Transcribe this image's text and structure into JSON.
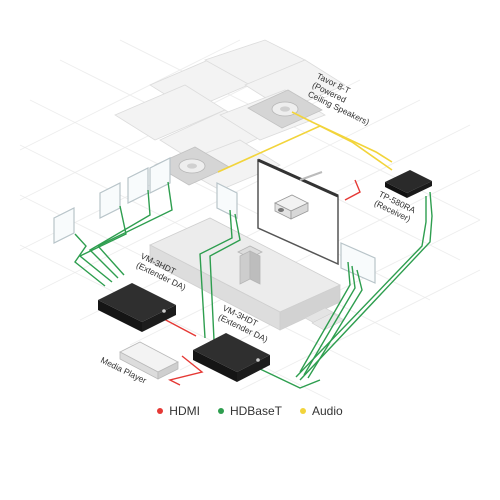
{
  "devices": {
    "speakers": {
      "line1": "Tavor 8-T",
      "line2": "(Powered",
      "line3": "Ceiling Speakers)"
    },
    "receiver": {
      "line1": "TP-580RA",
      "line2": "(Receiver)"
    },
    "extender1": {
      "line1": "VM-3HDT",
      "line2": "(Extender DA)"
    },
    "extender2": {
      "line1": "VM-3HDT",
      "line2": "(Extender DA)"
    },
    "media_player": {
      "line1": "Media Player"
    }
  },
  "legend": [
    {
      "label": "HDMI",
      "color": "#e53935"
    },
    {
      "label": "HDBaseT",
      "color": "#2e9e4f"
    },
    {
      "label": "Audio",
      "color": "#f2d43b"
    }
  ]
}
